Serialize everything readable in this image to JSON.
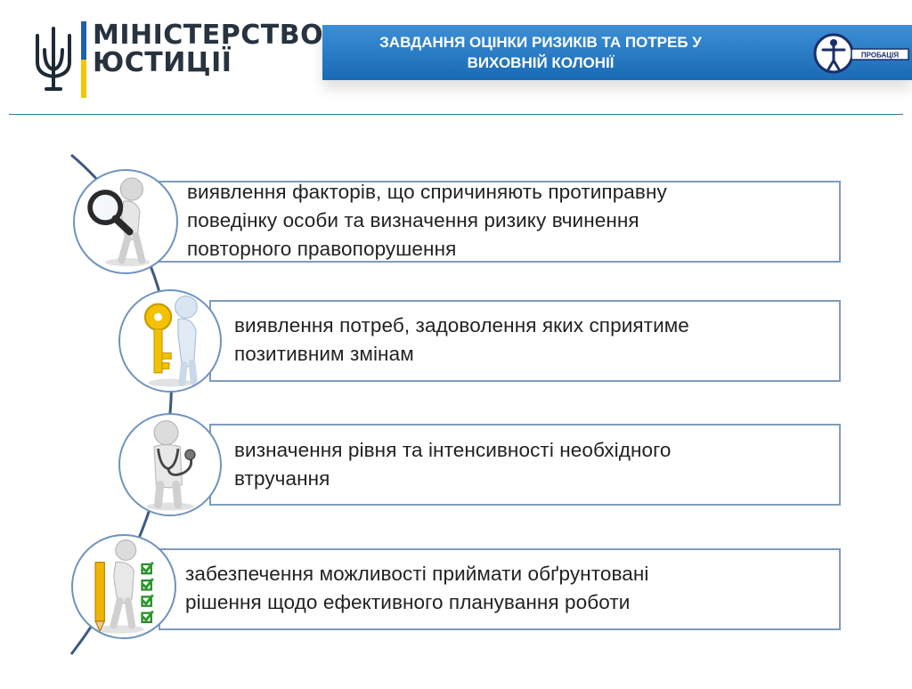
{
  "header": {
    "ministry_name_line1": "МІНІСТЕРСТВО",
    "ministry_name_line2": "ЮСТИЦІЇ",
    "banner_title_line1": "ЗАВДАННЯ ОЦІНКИ РИЗИКІВ ТА ПОТРЕБ У",
    "banner_title_line2": "ВИХОВНІЙ КОЛОНІЇ",
    "probation_logo_text": "ПРОБАЦІЯ"
  },
  "colors": {
    "banner": "#1a6ab4",
    "box_border": "#7e9bbd",
    "arc": "#3b5a82",
    "flag_blue": "#1f5fae",
    "flag_yellow": "#f6c500"
  },
  "tasks": [
    {
      "icon": "magnifier-figure-icon",
      "lines": [
        "виявлення факторів, що спричиняють протиправну",
        "поведінку особи та визначення ризику вчинення",
        "повторного правопорушення"
      ]
    },
    {
      "icon": "key-figure-icon",
      "lines": [
        "виявлення потреб, задоволення яких сприятиме",
        "позитивним змінам"
      ]
    },
    {
      "icon": "stethoscope-figure-icon",
      "lines": [
        "визначення рівня та інтенсивності необхідного",
        "втручання"
      ]
    },
    {
      "icon": "pencil-checklist-figure-icon",
      "lines": [
        "забезпечення можливості приймати обґрунтовані",
        "рішення щодо ефективного планування роботи"
      ]
    }
  ]
}
